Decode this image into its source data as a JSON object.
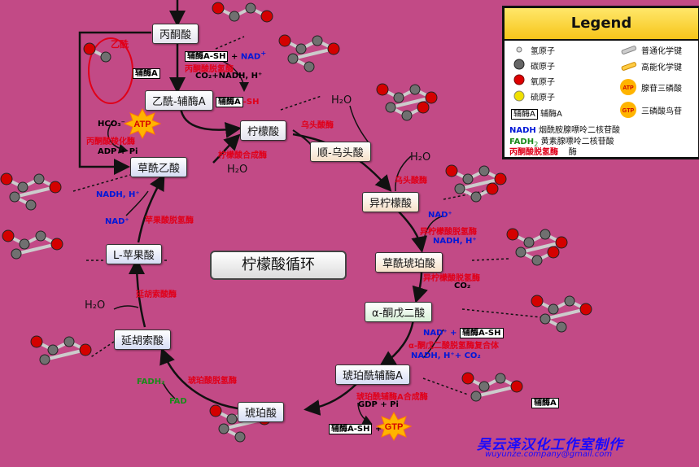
{
  "title": "柠檬酸循环",
  "nodes": {
    "pyruvate": "丙酮酸",
    "acetyl_coa": "乙酰-辅酶A",
    "citrate": "柠檬酸",
    "cis_aconitate": "顺-乌头酸",
    "isocitrate": "异柠檬酸",
    "oxalosuccinate": "草酰琥珀酸",
    "alpha_kg": "α-酮戊二酸",
    "succinyl_coa": "琥珀酰辅酶A",
    "succinate": "琥珀酸",
    "fumarate": "延胡索酸",
    "malate": "L-苹果酸",
    "oxaloacetate": "草酰乙酸"
  },
  "enzymes": {
    "pdh": "丙酮酸脱氢酶",
    "pc": "丙酮酸羧化酶",
    "cs": "柠檬酸合成酶",
    "aco1": "乌头酸酶",
    "aco2": "乌头酸酶",
    "idh1": "异柠檬酸脱氢酶",
    "idh2": "异柠檬酸脱氢酶",
    "akgdh": "α-酮戊二酸脱氢酶复合体",
    "scs": "琥珀酰辅酶A合成酶",
    "sdh": "琥珀酸脱氢酶",
    "fum": "延胡索酸酶",
    "mdh": "苹果酸脱氢酶"
  },
  "cofactors": {
    "coa_sh": "辅酶A-SH",
    "plus": "+",
    "nad": "NAD",
    "nad_sup": "+",
    "co2_nadh": "CO₂+NADH, H⁺",
    "coa": "辅酶A",
    "sh": "-SH",
    "hco3": "HCO₃⁻ +",
    "atp": "ATP",
    "adp_pi": "ADP + Pi",
    "h2o": "H₂O",
    "nadh_h": "NADH, H⁺",
    "nad_plus": "NAD⁺",
    "co2": "CO₂",
    "nad_plus2": "NAD⁺ +",
    "nadh_co2": "NADH, H⁺+ CO₂",
    "gdp_pi": "GDP + Pi",
    "gtp": "GTP",
    "fadh2": "FADH₂",
    "fad": "FAD",
    "acetyl_label": "乙酰"
  },
  "legend": {
    "title": "Legend",
    "h_atom": "氢原子",
    "c_atom": "碳原子",
    "o_atom": "氧原子",
    "s_atom": "硫原子",
    "coa": "辅酶A",
    "bond": "普通化学键",
    "hbond": "高能化学键",
    "atp_label": "ATP",
    "atp": "腺苷三磷酸",
    "gtp_label": "GTP",
    "gtp": "三磷酸鸟苷",
    "coa_box": "辅酶A",
    "nadh_label": "NADH",
    "nadh": "烟酰胺腺嘌呤二核苷酸",
    "fadh_label": "FADH",
    "fadh_sub": "2",
    "fadh": "黄素腺嘌呤二核苷酸",
    "pdh": "丙酮酸脱氢酶",
    "pdh2": "酶"
  },
  "watermark": "吴云泽汉化工作室制作",
  "watermark_email": "wuyunze.company@gmail.com",
  "colors": {
    "background": "#c24a86",
    "enzyme": "#e0001a",
    "nadh": "#0018d8",
    "fadh": "#1a8a1a"
  }
}
